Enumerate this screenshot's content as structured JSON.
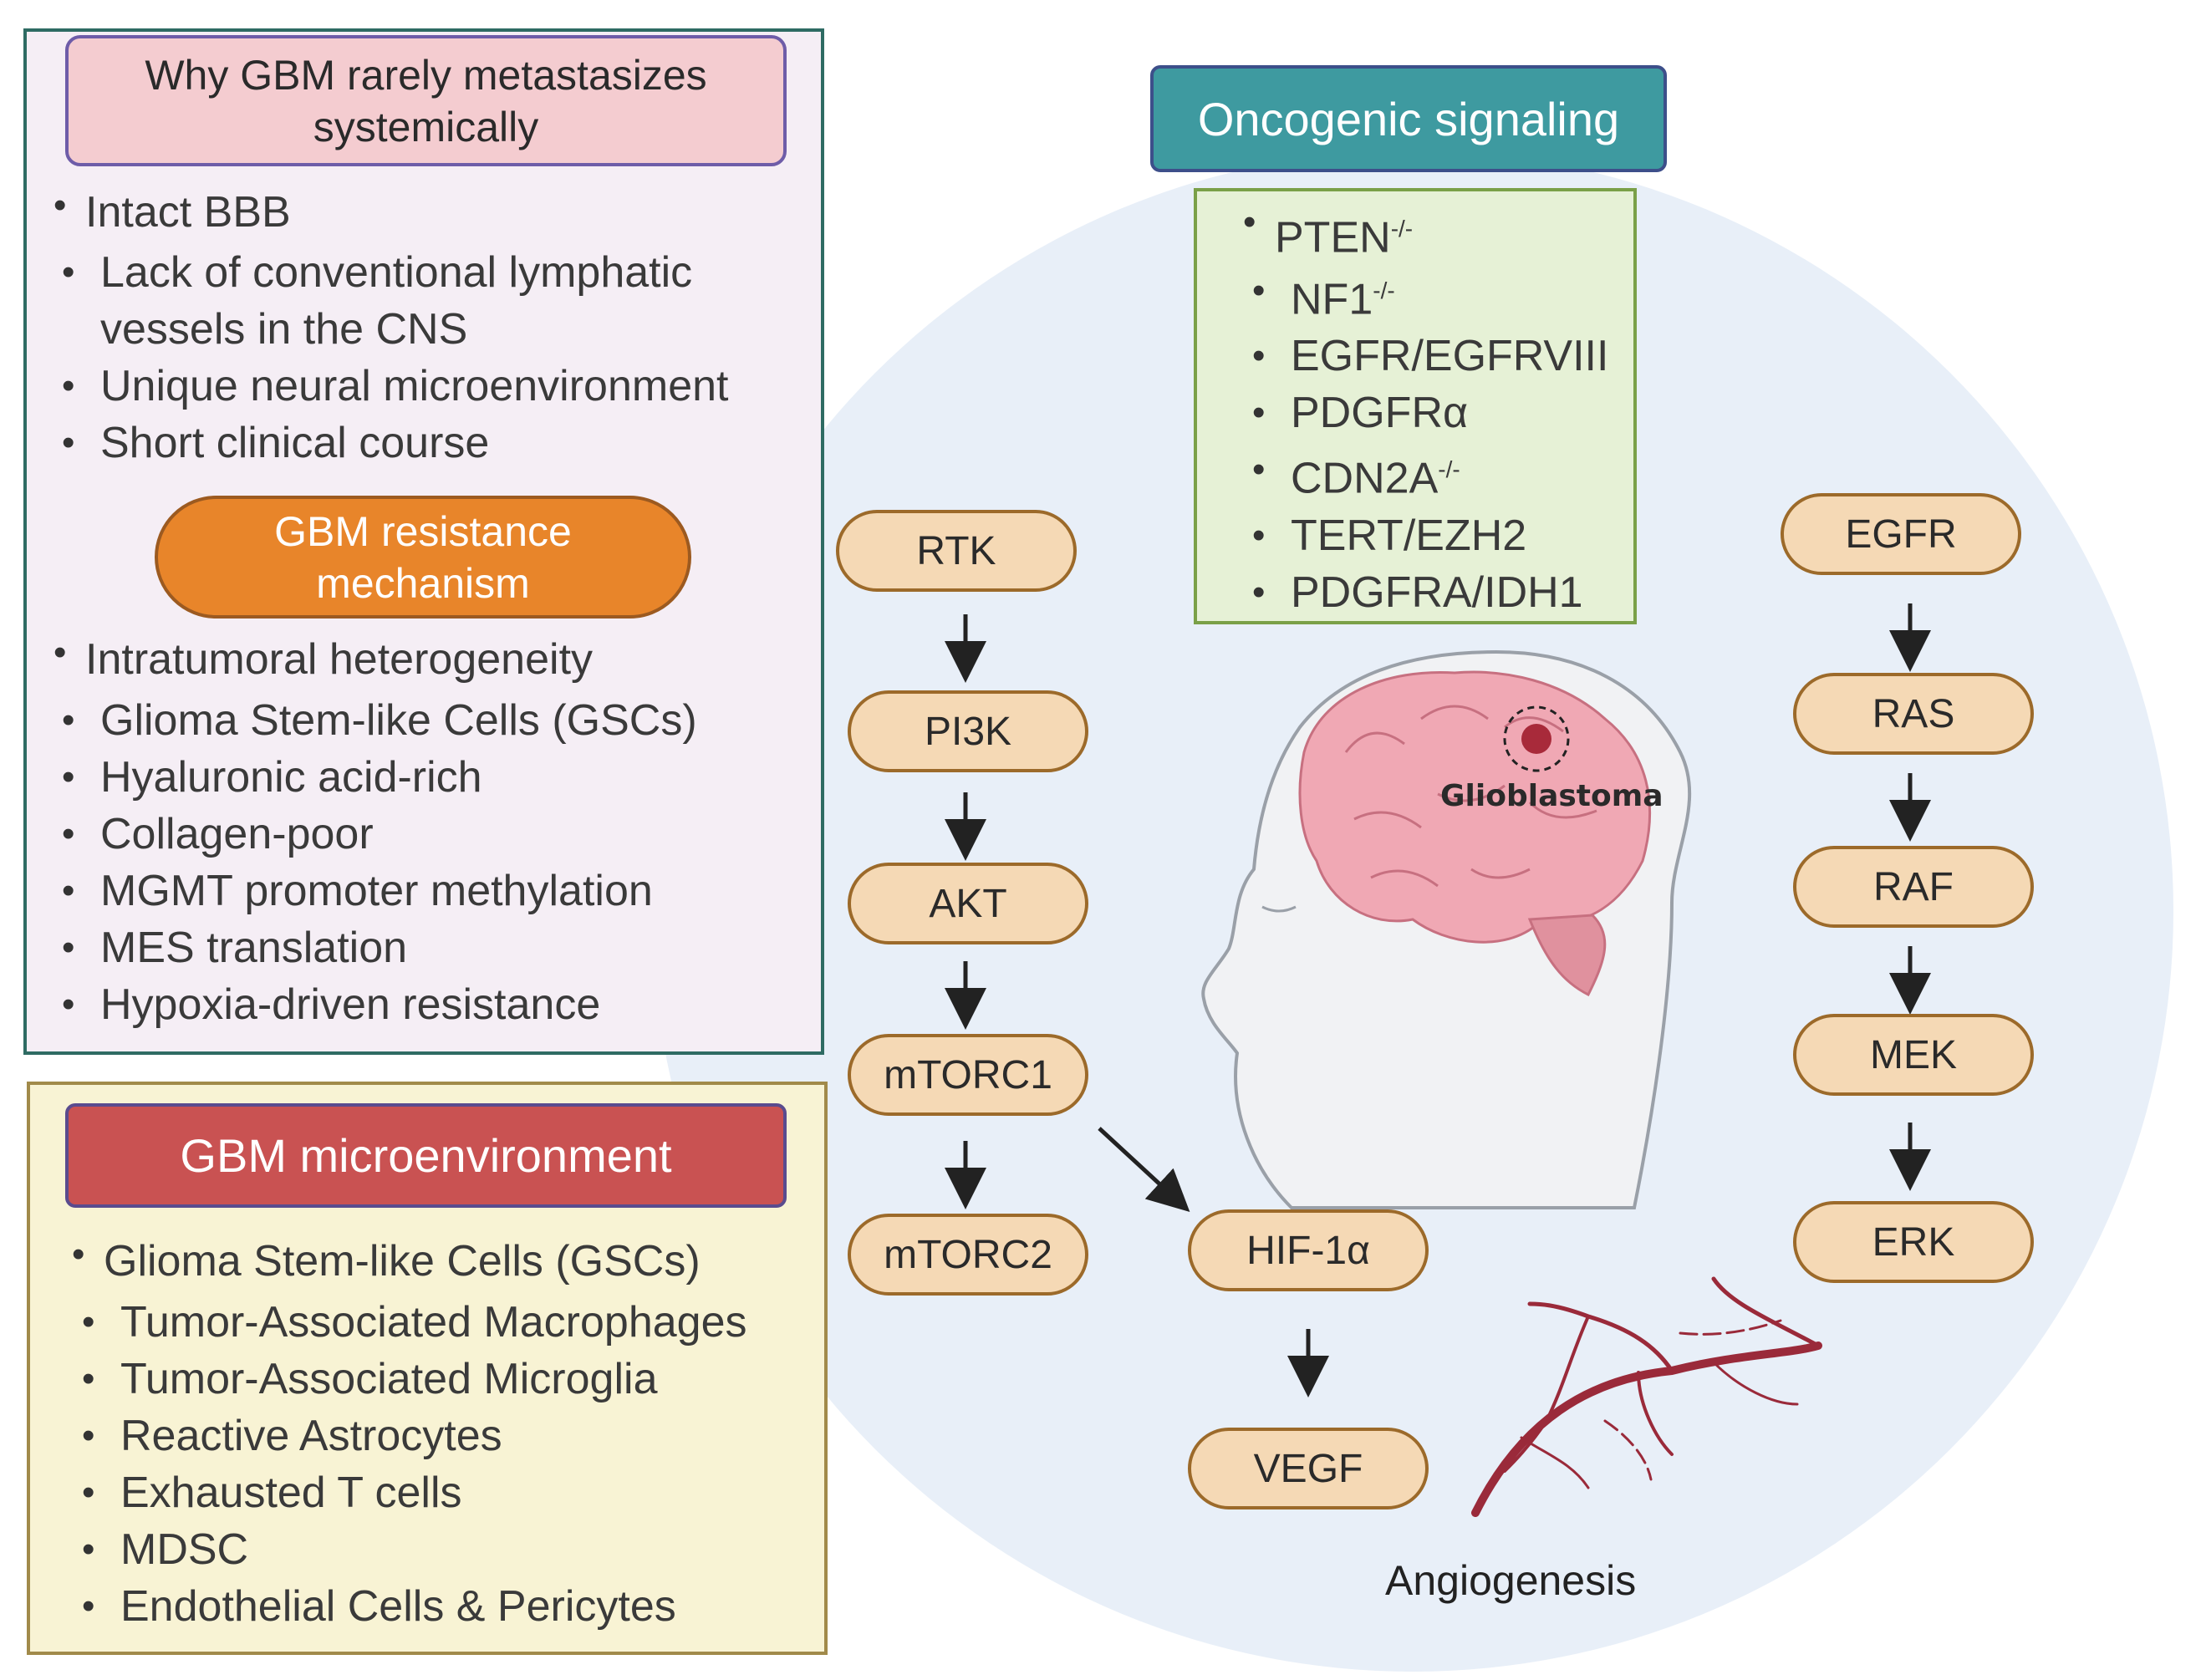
{
  "why_gbm": {
    "title_line1": "Why GBM rarely metastasizes",
    "title_line2": "systemically",
    "items": [
      "Intact BBB",
      "Lack of conventional lymphatic",
      "vessels in the CNS",
      "Unique neural microenvironment",
      "Short clinical course"
    ]
  },
  "resistance": {
    "title_line1": "GBM resistance",
    "title_line2": "mechanism",
    "items": [
      "Intratumoral heterogeneity",
      "Glioma Stem-like Cells (GSCs)",
      "Hyaluronic acid-rich",
      "Collagen-poor",
      "MGMT promoter methylation",
      "MES translation",
      "Hypoxia-driven resistance"
    ]
  },
  "microenvironment": {
    "title": "GBM microenvironment",
    "items": [
      "Glioma Stem-like Cells (GSCs)",
      "Tumor-Associated Macrophages",
      "Tumor-Associated Microglia",
      "Reactive Astrocytes",
      "Exhausted T cells",
      "MDSC",
      "Endothelial Cells & Pericytes"
    ]
  },
  "oncogenic": {
    "title": "Oncogenic signaling",
    "items": [
      {
        "text": "PTEN",
        "sup": "-/-"
      },
      {
        "text": "NF1",
        "sup": "-/-"
      },
      {
        "text": "EGFR/EGFRVIII",
        "sup": ""
      },
      {
        "text": "PDGFRα",
        "sup": ""
      },
      {
        "text": "CDN2A",
        "sup": "-/-"
      },
      {
        "text": "TERT/EZH2",
        "sup": ""
      },
      {
        "text": "PDGFRA/IDH1",
        "sup": ""
      }
    ]
  },
  "pathway_pi3k": [
    "RTK",
    "PI3K",
    "AKT",
    "mTORC1",
    "mTORC2"
  ],
  "pathway_hif": [
    "HIF-1α",
    "VEGF"
  ],
  "pathway_mapk": [
    "EGFR",
    "RAS",
    "RAF",
    "MEK",
    "ERK"
  ],
  "brain_label": "Glioblastoma",
  "angiogenesis_label": "Angiogenesis",
  "colors": {
    "circle_bg": "#e8eff8",
    "node_fill": "#f5d9b5",
    "node_border": "#9c6a2a",
    "vessel": "#9a2a3a",
    "brain": "#f0a8b4"
  }
}
